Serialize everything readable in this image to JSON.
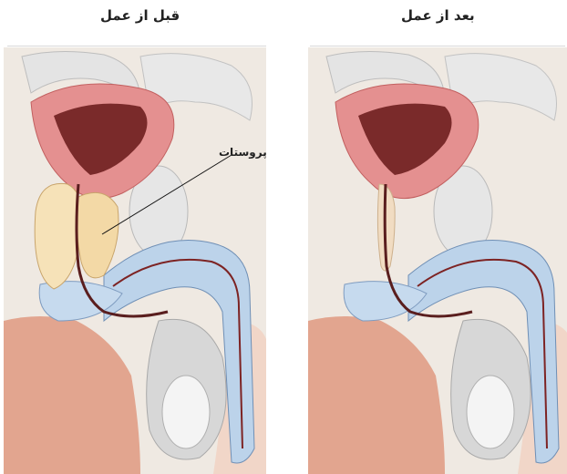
{
  "panels": {
    "before": {
      "title": "قبل از عمل"
    },
    "after": {
      "title": "بعد از عمل"
    }
  },
  "labels": {
    "prostate": "پروستات"
  },
  "colors": {
    "bladder_muscle": "#e49090",
    "bladder_lumen": "#7a2a2a",
    "prostate": "#f6e2b8",
    "corpus_blue": "#b7d2ea",
    "skin": "#e9b09b",
    "bone": "#e6e6e6",
    "urethra": "#5a1e1e"
  }
}
